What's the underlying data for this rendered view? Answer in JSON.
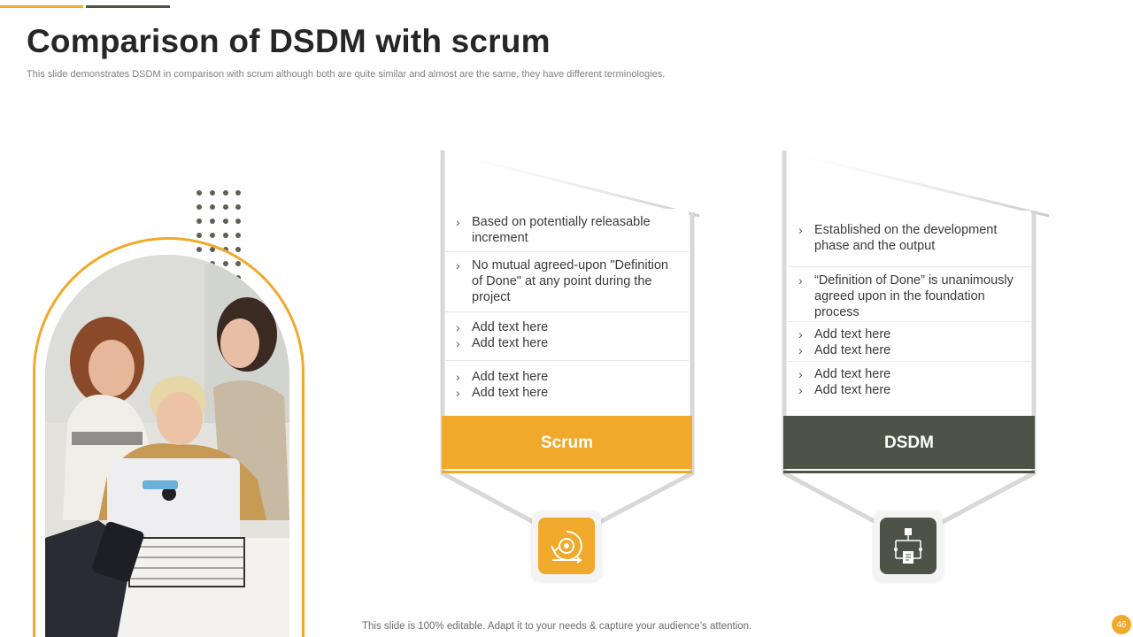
{
  "slide": {
    "title": "Comparison of DSDM with scrum",
    "subtitle": "This slide demonstrates DSDM in comparison with scrum although both are quite similar and almost are the same, they have different terminologies.",
    "footer": "This slide is 100% editable. Adapt it to your needs & capture your audience’s attention.",
    "page_number": "46"
  },
  "colors": {
    "accent": "#f0a92a",
    "dark": "#4d5447"
  },
  "photo": {
    "subject": "team-working-at-laptop-photo"
  },
  "scrum": {
    "label": "Scrum",
    "icon": "agile-cycle-icon",
    "rows": [
      {
        "lines": [
          "Based on potentially releasable increment"
        ]
      },
      {
        "lines": [
          "No mutual agreed-upon \"Definition of Done\" at any point during the project"
        ]
      },
      {
        "lines": [
          "Add text here",
          "Add text here"
        ]
      },
      {
        "lines": [
          "Add text here",
          "Add text here"
        ]
      }
    ]
  },
  "dsdm": {
    "label": "DSDM",
    "icon": "flowchart-icon",
    "rows": [
      {
        "lines": [
          "Established on the development phase and the output"
        ]
      },
      {
        "lines": [
          "“Definition of Done” is unanimously agreed upon in the foundation process"
        ]
      },
      {
        "lines": [
          "Add text here",
          "Add text here"
        ]
      },
      {
        "lines": [
          "Add text here",
          "Add text here"
        ]
      }
    ]
  }
}
